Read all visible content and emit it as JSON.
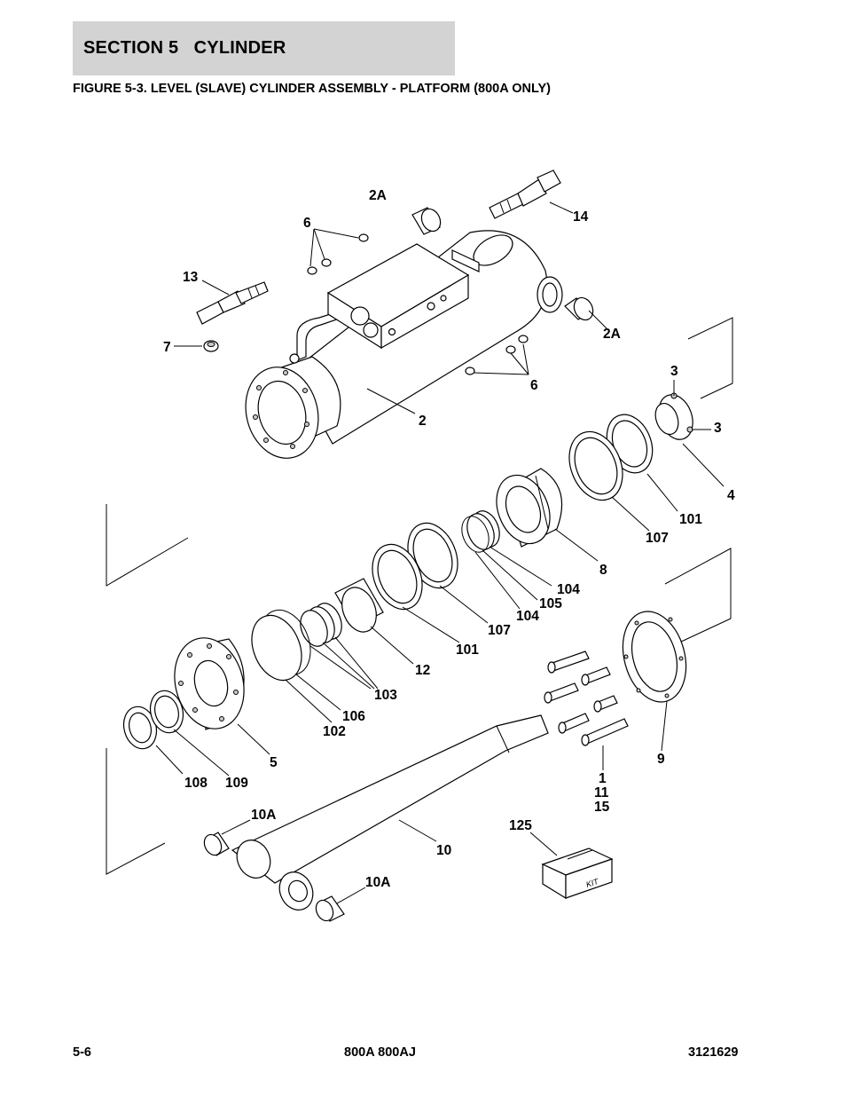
{
  "header": {
    "section_title": "SECTION 5   CYLINDER",
    "figure_title": "FIGURE 5-3. LEVEL (SLAVE) CYLINDER ASSEMBLY - PLATFORM (800A ONLY)"
  },
  "diagram": {
    "callouts": {
      "c2A_top": "2A",
      "c14": "14",
      "c6_top": "6",
      "c13": "13",
      "c7": "7",
      "c2A_right": "2A",
      "c6_right": "6",
      "c2": "2",
      "c3_top": "3",
      "c3_right": "3",
      "c4": "4",
      "c101_right": "101",
      "c107_right": "107",
      "c8": "8",
      "c104_a": "104",
      "c105": "105",
      "c104_b": "104",
      "c107_mid": "107",
      "c101_mid": "101",
      "c12": "12",
      "c103": "103",
      "c106": "106",
      "c102": "102",
      "c5": "5",
      "c108": "108",
      "c109": "109",
      "c9": "9",
      "c1": "1",
      "c11": "11",
      "c15": "15",
      "c125": "125",
      "c10A_top": "10A",
      "c10": "10",
      "c10A_bottom": "10A"
    },
    "kit_box_label": "KIT"
  },
  "footer": {
    "page_number": "5-6",
    "model": "800A 800AJ",
    "doc_number": "3121629"
  }
}
